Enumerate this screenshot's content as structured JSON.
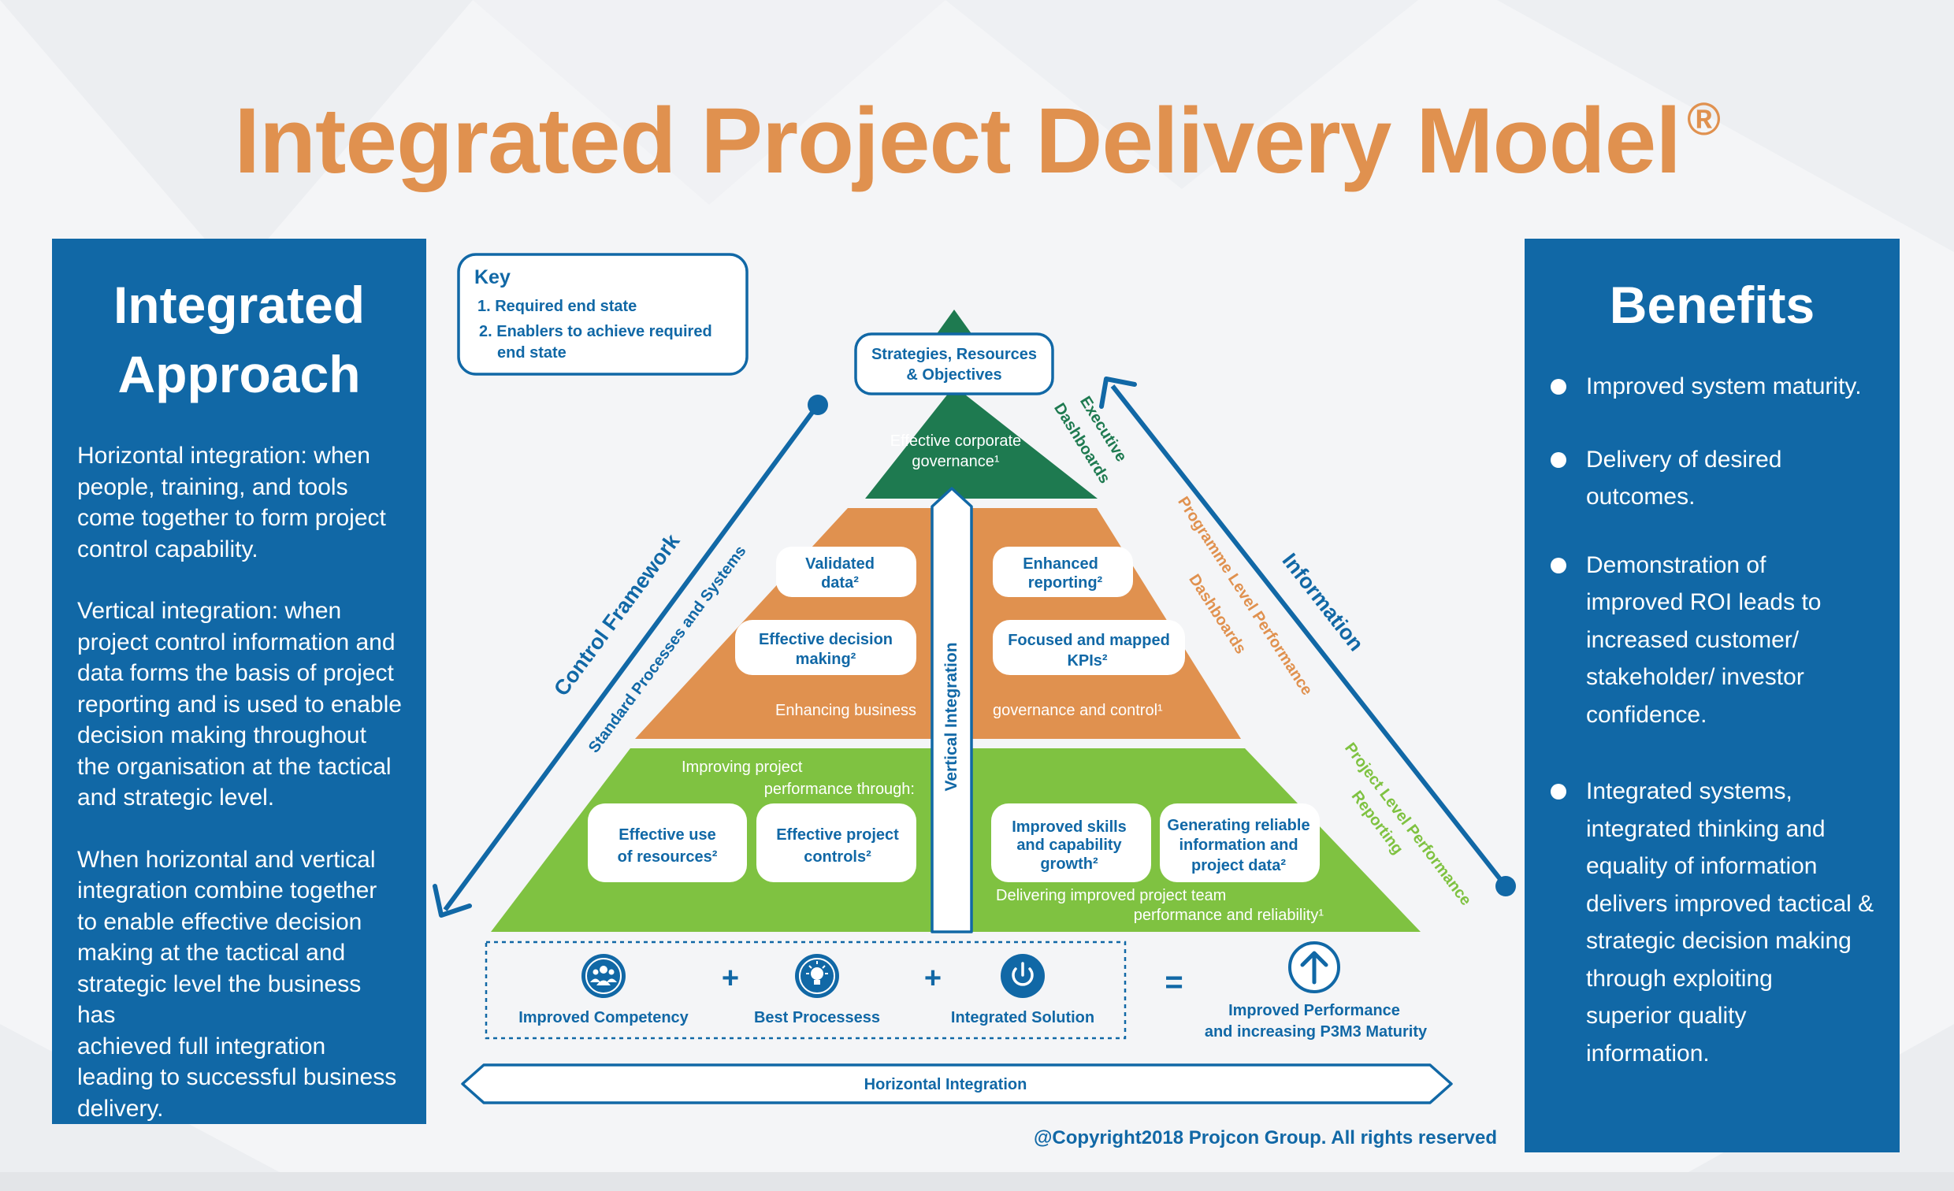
{
  "title": "Integrated Project Delivery Model",
  "title_mark": "®",
  "left_panel": {
    "title_lines": [
      "Integrated",
      "Approach"
    ],
    "paragraphs": [
      [
        "Horizontal integration: when",
        "people, training, and tools",
        "come together to form project",
        "control capability."
      ],
      [
        "Vertical integration: when",
        "project control information and",
        "data forms the basis of project",
        "reporting and is used to enable",
        "decision making throughout",
        "the organisation at the tactical",
        "and strategic level."
      ],
      [
        "When horizontal and vertical",
        "integration combine together",
        "to enable effective decision",
        "making at the tactical and",
        "strategic level the business has",
        "achieved full integration",
        "leading to successful business",
        "delivery."
      ]
    ]
  },
  "right_panel": {
    "title": "Benefits",
    "items": [
      [
        "Improved system maturity."
      ],
      [
        "Delivery of desired",
        "outcomes."
      ],
      [
        "Demonstration of",
        "improved ROI leads to",
        "increased customer/",
        "stakeholder/ investor",
        "confidence."
      ],
      [
        "Integrated systems,",
        "integrated thinking and",
        "equality of information",
        "delivers improved tactical &",
        "strategic decision making",
        "through exploiting",
        "superior quality",
        "information."
      ]
    ]
  },
  "key": {
    "title": "Key",
    "item1": "1. Required end state",
    "item2": [
      "2. Enablers to achieve required",
      "end state"
    ]
  },
  "pyramid": {
    "top_box": [
      "Strategies, Resources",
      "& Objectives"
    ],
    "governance": [
      "Effective corporate",
      "governance¹"
    ],
    "middle": {
      "validated": [
        "Validated",
        "data²"
      ],
      "decision": [
        "Effective decision",
        "making²"
      ],
      "enhanced": [
        "Enhanced",
        "reporting²"
      ],
      "kpis": [
        "Focused and mapped",
        "KPIs²"
      ],
      "left_caption": "Enhancing business",
      "right_caption": "governance and control¹"
    },
    "bottom": {
      "caption_top": [
        "Improving project",
        "performance through:"
      ],
      "resources": [
        "Effective use",
        "of resources²"
      ],
      "controls": [
        "Effective project",
        "controls²"
      ],
      "skills": [
        "Improved skills",
        "and capability",
        "growth²"
      ],
      "reliable": [
        "Generating reliable",
        "information and",
        "project data²"
      ],
      "caption_bottom": [
        "Delivering improved project team",
        "performance and reliability¹"
      ]
    },
    "vertical_integration": "Vertical Integration"
  },
  "side_labels": {
    "control_framework": "Control Framework",
    "standard_processes": "Standard Processes and Systems",
    "executive_dashboards": [
      "Executive",
      "Dashboards"
    ],
    "programme_dashboards": [
      "Programme Level Performance",
      "Dashboards"
    ],
    "project_reporting": [
      "Project Level Performance",
      "Reporting"
    ],
    "information": "Information"
  },
  "equation": {
    "item1": "Improved Competency",
    "item2": "Best Processess",
    "item3": "Integrated Solution",
    "plus": "+",
    "equals": "=",
    "result": [
      "Improved Performance",
      "and increasing P3M3 Maturity"
    ]
  },
  "horizontal_integration": "Horizontal Integration",
  "copyright": "@Copyright2018 Projcon Group. All rights reserved",
  "colors": {
    "blue": "#1168a6",
    "dark_green": "#1e7a50",
    "orange": "#e0914f",
    "light_green": "#7fc241",
    "title": "#e0914f"
  }
}
